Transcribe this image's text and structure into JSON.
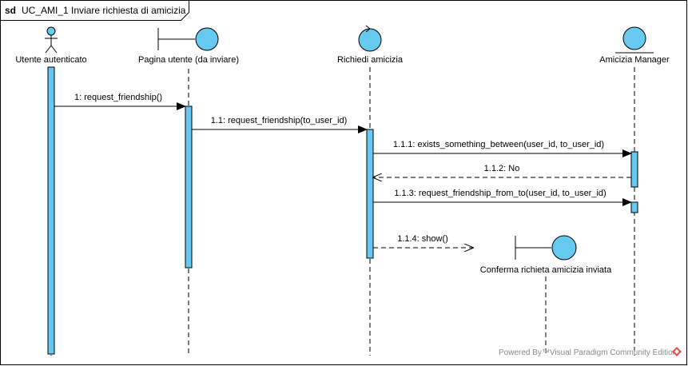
{
  "frame": {
    "keyword": "sd",
    "title": "UC_AMI_1 Inviare richiesta di amicizia"
  },
  "lifelines": [
    {
      "id": "actor",
      "kind": "actor",
      "label": "Utente autenticato"
    },
    {
      "id": "page",
      "kind": "boundary",
      "label": "Pagina utente (da inviare)"
    },
    {
      "id": "ctrl",
      "kind": "control",
      "label": "Richiedi amicizia"
    },
    {
      "id": "mgr",
      "kind": "entity",
      "label": "Amicizia Manager"
    },
    {
      "id": "confirm",
      "kind": "boundary",
      "label": "Conferma richieta amicizia inviata"
    }
  ],
  "messages": [
    {
      "label": "1: request_friendship()",
      "type": "sync"
    },
    {
      "label": "1.1: request_friendship(to_user_id)",
      "type": "sync"
    },
    {
      "label": "1.1.1: exists_something_between(user_id, to_user_id)",
      "type": "sync"
    },
    {
      "label": "1.1.2: No",
      "type": "return"
    },
    {
      "label": "1.1.3: request_friendship_from_to(user_id, to_user_id)",
      "type": "sync"
    },
    {
      "label": "1.1.4: show()",
      "type": "create"
    }
  ],
  "watermark": "Powered By™Visual Paradigm Community Edition",
  "colors": {
    "fill": "#66c9f0",
    "stroke": "#000000"
  }
}
